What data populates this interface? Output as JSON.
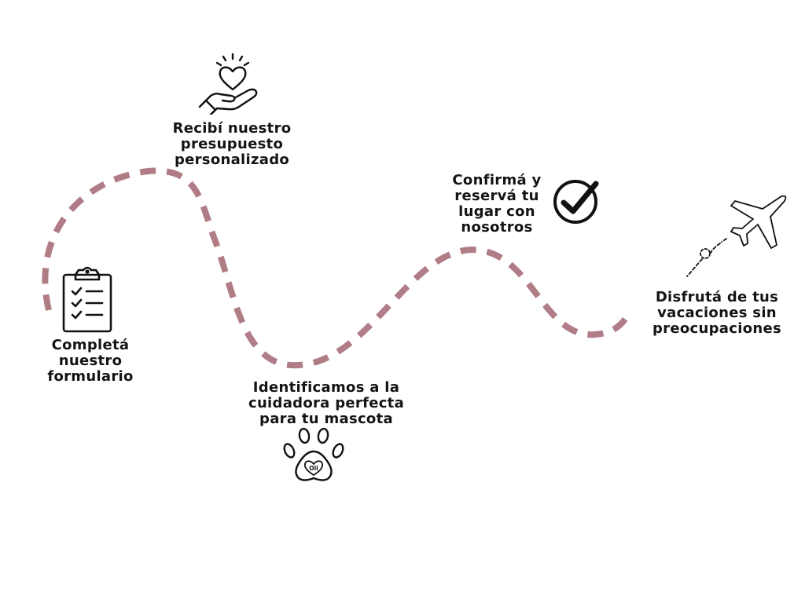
{
  "diagram": {
    "path_color": "#b07d86",
    "icon_color": "#111111",
    "steps": [
      {
        "id": "form",
        "icon": "clipboard-checklist-icon",
        "label_lines": [
          "Completá",
          "nuestro",
          "formulario"
        ]
      },
      {
        "id": "quote",
        "icon": "heart-in-hand-icon",
        "label_lines": [
          "Recibí nuestro",
          "presupuesto",
          "personalizado"
        ]
      },
      {
        "id": "match",
        "icon": "paw-heart-icon",
        "label_lines": [
          "Identificamos a la",
          "cuidadora perfecta",
          "para tu mascota"
        ],
        "icon_text": "Oli"
      },
      {
        "id": "confirm",
        "icon": "checkmark-circle-icon",
        "label_lines": [
          "Confirmá y",
          "reservá tu",
          "lugar con",
          "nosotros"
        ]
      },
      {
        "id": "enjoy",
        "icon": "airplane-icon",
        "label_lines": [
          "Disfrutá de tus",
          "vacaciones sin",
          "preocupaciones"
        ]
      }
    ]
  }
}
